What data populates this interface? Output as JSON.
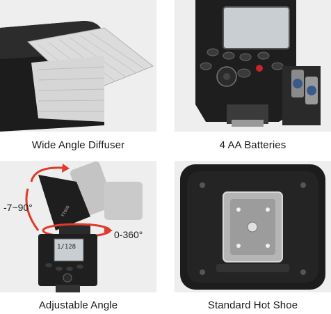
{
  "panels": [
    {
      "caption": "Wide Angle Diffuser"
    },
    {
      "caption": "4 AA Batteries"
    },
    {
      "caption": "Adjustable Angle",
      "annotations": {
        "tilt": "-7~90°",
        "rotate": "0-360°"
      },
      "lcd_readout": "1/128",
      "head_brand": "TT600"
    },
    {
      "caption": "Standard Hot Shoe"
    }
  ],
  "colors": {
    "background": "#ffffff",
    "tile": "#ededed",
    "body": "#1f1f1f",
    "lcd": "#c9ced3",
    "arrow": "#e03a2b"
  }
}
